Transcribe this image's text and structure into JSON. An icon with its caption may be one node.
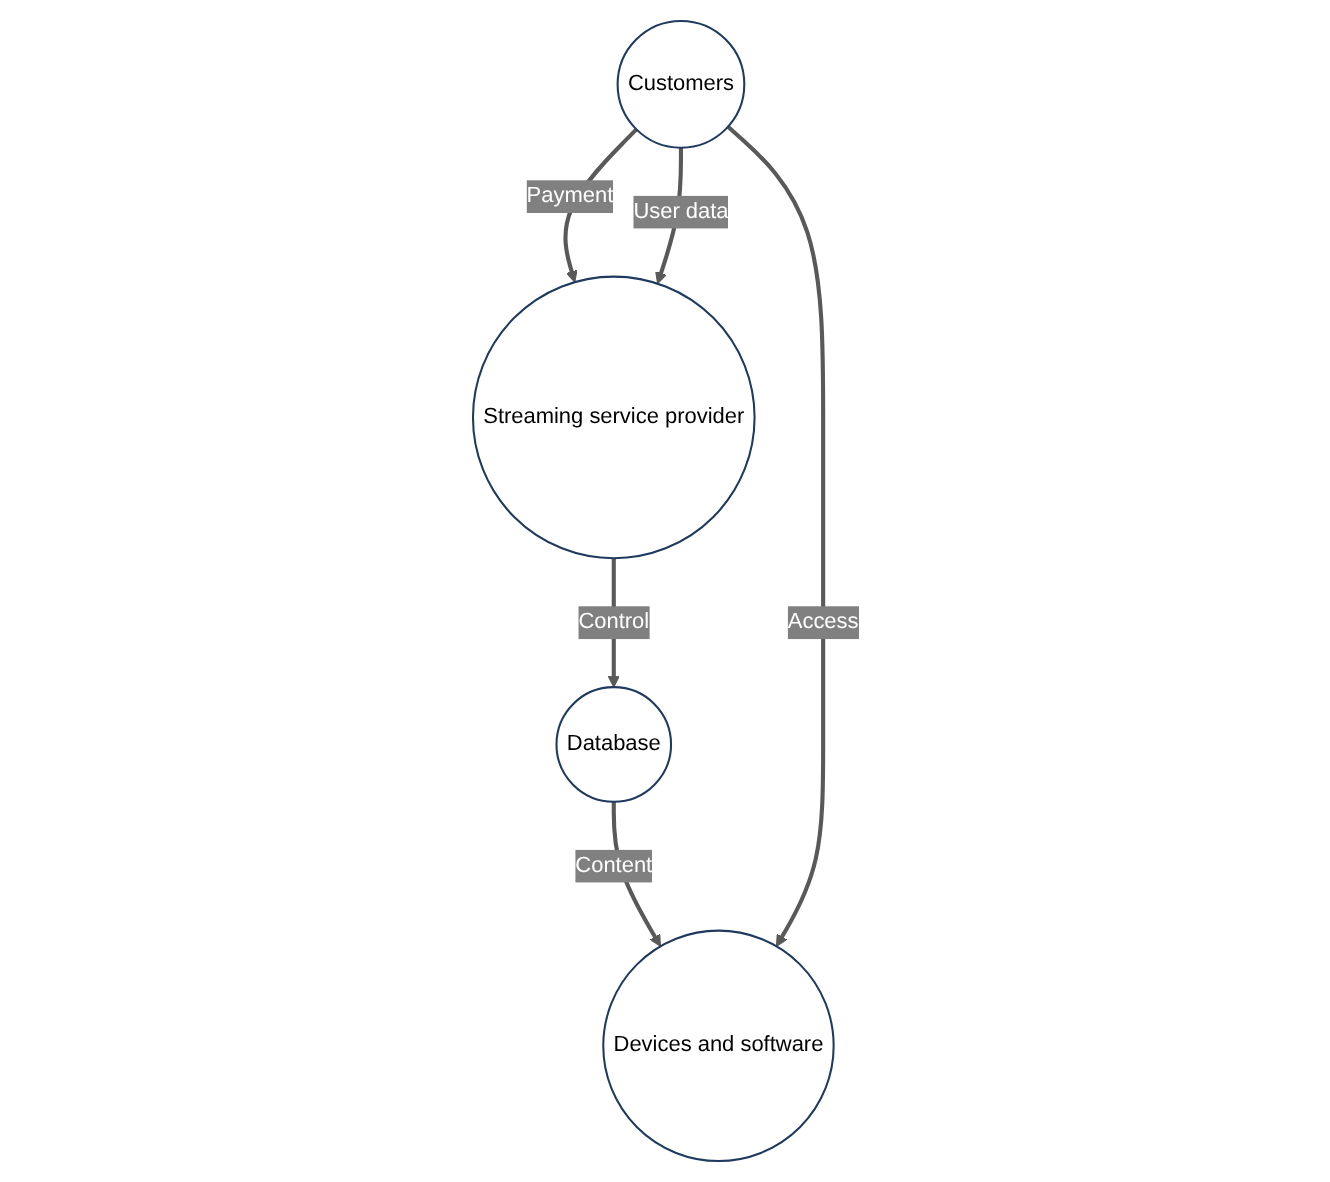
{
  "diagram": {
    "nodes": [
      {
        "text": [
          "Streaming service provider"
        ]
      },
      {
        "text": [
          "Customers"
        ]
      },
      {
        "text": [
          "Database"
        ]
      },
      {
        "text": [
          "Devices and software"
        ]
      }
    ],
    "edges": [
      {
        "from": 1,
        "to": 0,
        "arrow": "to",
        "label": "Payment"
      },
      {
        "from": 1,
        "to": 0,
        "arrow": "to",
        "label": "User data"
      },
      {
        "from": 0,
        "to": 2,
        "arrow": "to",
        "label": "Control"
      },
      {
        "from": 2,
        "to": 3,
        "arrow": "to",
        "label": "Content"
      },
      {
        "from": 1,
        "to": 3,
        "arrow": "to",
        "label": "Access"
      }
    ]
  }
}
